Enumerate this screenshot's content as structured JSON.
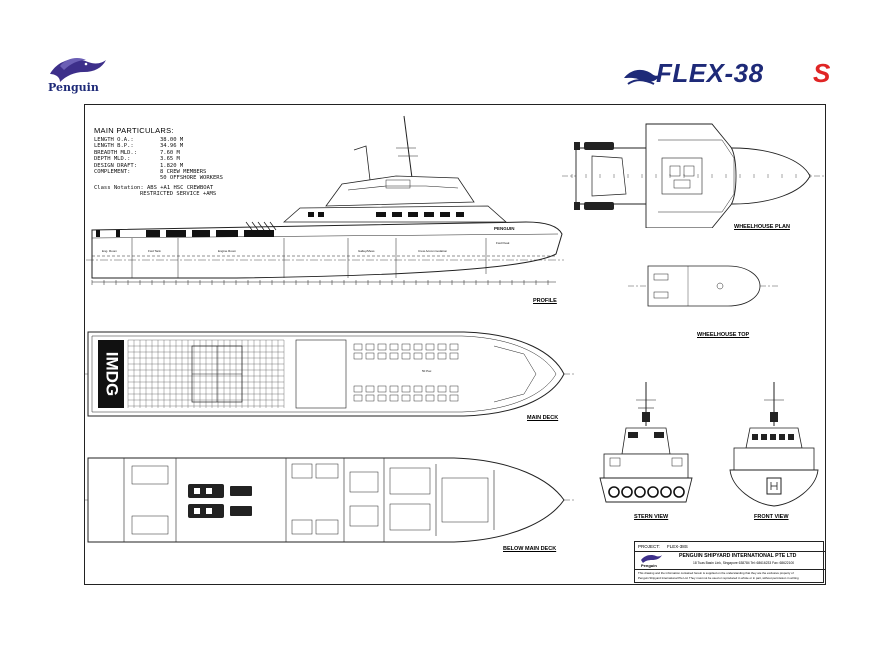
{
  "header": {
    "left_logo_text": "Penguin",
    "right_brand_prefix": "FLEX-38",
    "right_brand_suffix": "S",
    "brand_colors": {
      "navy": "#1e2a78",
      "accent_red": "#e02525",
      "penguin_purple": "#3d2f8a"
    }
  },
  "particulars": {
    "title": "MAIN PARTICULARS:",
    "rows": [
      {
        "label": "LENGTH O.A.:",
        "value": "38.00 M"
      },
      {
        "label": "LENGTH B.P.:",
        "value": "34.96 M"
      },
      {
        "label": "BREADTH MLD.:",
        "value": "7.60 M"
      },
      {
        "label": "DEPTH MLD.:",
        "value": "3.65 M"
      },
      {
        "label": "DESIGN DRAFT:",
        "value": "1.820 M"
      },
      {
        "label": "COMPLEMENT:",
        "value": "8 CREW MEMBERS"
      },
      {
        "label": "",
        "value": "50 OFFSHORE WORKERS"
      }
    ],
    "class_label": "Class Notation:",
    "class_line1": "ABS +A1 HSC CREWBOAT",
    "class_line2": "RESTRICTED SERVICE +AMS"
  },
  "profile": {
    "label": "PROFILE",
    "name_on_hull": "PENGUIN",
    "compartments": [
      "Eng. Room",
      "Fwd Tank",
      "Engine Room",
      "Galley/Mess",
      "Crew Accommodation",
      "Fwd Peak"
    ]
  },
  "views": {
    "wheelhouse_plan": "WHEELHOUSE PLAN",
    "wheelhouse_top": "WHEELHOUSE TOP",
    "main_deck": "MAIN DECK",
    "below_main_deck": "BELOW MAIN DECK",
    "stern_view": "STERN VIEW",
    "front_view": "FRONT VIEW"
  },
  "main_deck": {
    "cargo_marking": "IMDG",
    "seat_label": "50 Pax"
  },
  "title_block": {
    "project_label": "PROJECT:",
    "project": "FLEX-38S",
    "company": "PENGUIN SHIPYARD INTERNATIONAL PTE LTD",
    "address": "18 Tuas Basin Link, Singapore 638784  Tel: 68616233  Fax: 68622100",
    "disclaimer1": "This drawing and the information contained herein is supplied on the understanding that they are the exclusive property of",
    "disclaimer2": "Penguin Shipyard International Pte Ltd. They must not be used or reproduced in whole or in part, without permission in writing",
    "logo_text": "Penguin"
  }
}
